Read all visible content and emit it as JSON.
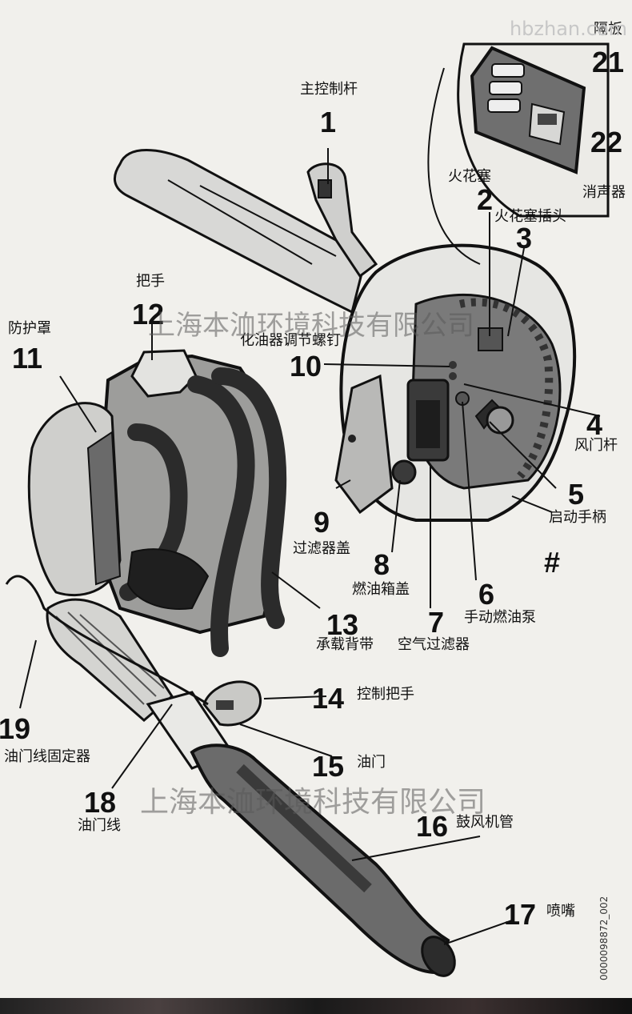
{
  "watermark": {
    "site": "hbzhan.com",
    "company": "上海本洫环境科技有限公司"
  },
  "doc_code": "0000098872_002",
  "colors": {
    "background": "#f1f0ec",
    "ink": "#111111",
    "part_fill": "#6f6f6f",
    "dark_fill": "#3a3a3a",
    "watermark": "#5a5a5a"
  },
  "labels": [
    {
      "id": "main-control-lever",
      "number": "1",
      "text": "主控制杆"
    },
    {
      "id": "spark-plug",
      "number": "2",
      "text": "火花塞"
    },
    {
      "id": "spark-plug-cap",
      "number": "3",
      "text": "火花塞插头"
    },
    {
      "id": "choke-lever",
      "number": "4",
      "text": "风门杆"
    },
    {
      "id": "starter-handle",
      "number": "5",
      "text": "启动手柄"
    },
    {
      "id": "manual-fuel-pump",
      "number": "6",
      "text": "手动燃油泵"
    },
    {
      "id": "air-filter",
      "number": "7",
      "text": "空气过滤器"
    },
    {
      "id": "fuel-cap",
      "number": "8",
      "text": "燃油箱盖"
    },
    {
      "id": "filter-cover",
      "number": "9",
      "text": "过滤器盖"
    },
    {
      "id": "carburetor-screw",
      "number": "10",
      "text": "化油器调节螺钉"
    },
    {
      "id": "guard",
      "number": "11",
      "text": "防护罩"
    },
    {
      "id": "handle",
      "number": "12",
      "text": "把手"
    },
    {
      "id": "harness",
      "number": "13",
      "text": "承载背带"
    },
    {
      "id": "control-handle",
      "number": "14",
      "text": "控制把手"
    },
    {
      "id": "throttle",
      "number": "15",
      "text": "油门"
    },
    {
      "id": "blower-tube",
      "number": "16",
      "text": "鼓风机管"
    },
    {
      "id": "nozzle",
      "number": "17",
      "text": "喷嘴"
    },
    {
      "id": "throttle-cable",
      "number": "18",
      "text": "油门线"
    },
    {
      "id": "cable-holder",
      "number": "19",
      "text": "油门线固定器"
    },
    {
      "id": "baffle",
      "number": "21",
      "text": "隔板"
    },
    {
      "id": "muffler",
      "number": "22",
      "text": "消声器"
    },
    {
      "id": "serial",
      "number": "#",
      "text": ""
    }
  ]
}
